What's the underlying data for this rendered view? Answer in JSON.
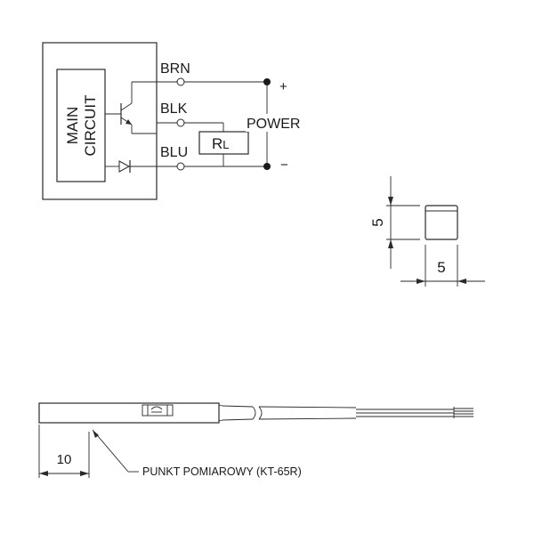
{
  "circuit": {
    "main_circuit_line1": "MAIN",
    "main_circuit_line2": "CIRCUIT",
    "wire_brn": "BRN",
    "wire_blk": "BLK",
    "wire_blu": "BLU",
    "power_label": "POWER",
    "plus": "+",
    "minus": "−",
    "load_main": "R",
    "load_sub": "L"
  },
  "dimensions": {
    "height": "5",
    "width": "5",
    "length": "10"
  },
  "annotation": {
    "measure_point": "PUNKT POMIAROWY (KT-65R)"
  }
}
